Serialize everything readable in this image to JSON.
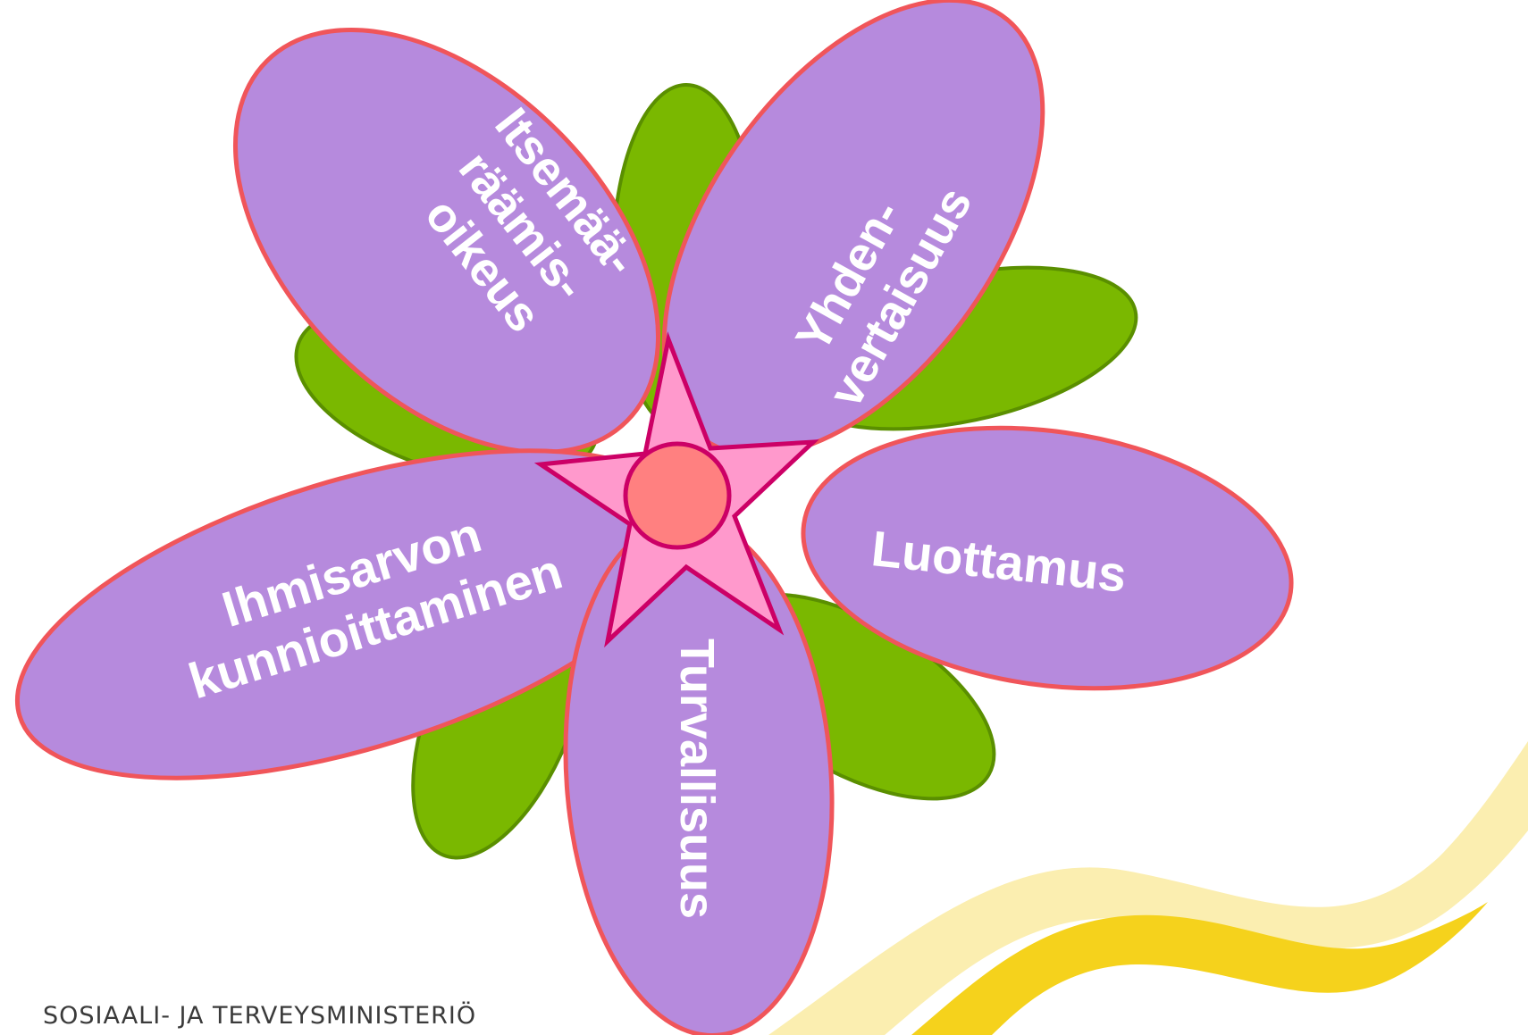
{
  "colors": {
    "leaf_fill": "#7ab800",
    "leaf_stroke": "#5a8f00",
    "petal_fill": "#b68add",
    "petal_stroke": "#f0555a",
    "star_fill": "#ff99cc",
    "star_stroke": "#cc0066",
    "center_fill": "#ff8080",
    "center_stroke": "#cc0066",
    "wave_light": "#fbeeb0",
    "wave_dark": "#f5d21c",
    "label_text": "#ffffff"
  },
  "petals": [
    {
      "name": "petal-itsemaaraamisoikeus",
      "lines": [
        "Itsemää-",
        "räämis-",
        "oikeus"
      ]
    },
    {
      "name": "petal-yhdenvertaisuus",
      "lines": [
        "Yhden-",
        "vertaisuus"
      ]
    },
    {
      "name": "petal-luottamus",
      "lines": [
        "Luottamus"
      ]
    },
    {
      "name": "petal-turvallisuus",
      "lines": [
        "Turvallisuus"
      ]
    },
    {
      "name": "petal-ihmisarvon-kunnioittaminen",
      "lines": [
        "Ihmisarvon",
        "kunnioittaminen"
      ]
    }
  ],
  "footer": {
    "text": "SOSIAALI- JA TERVEYSMINISTERIÖ"
  }
}
